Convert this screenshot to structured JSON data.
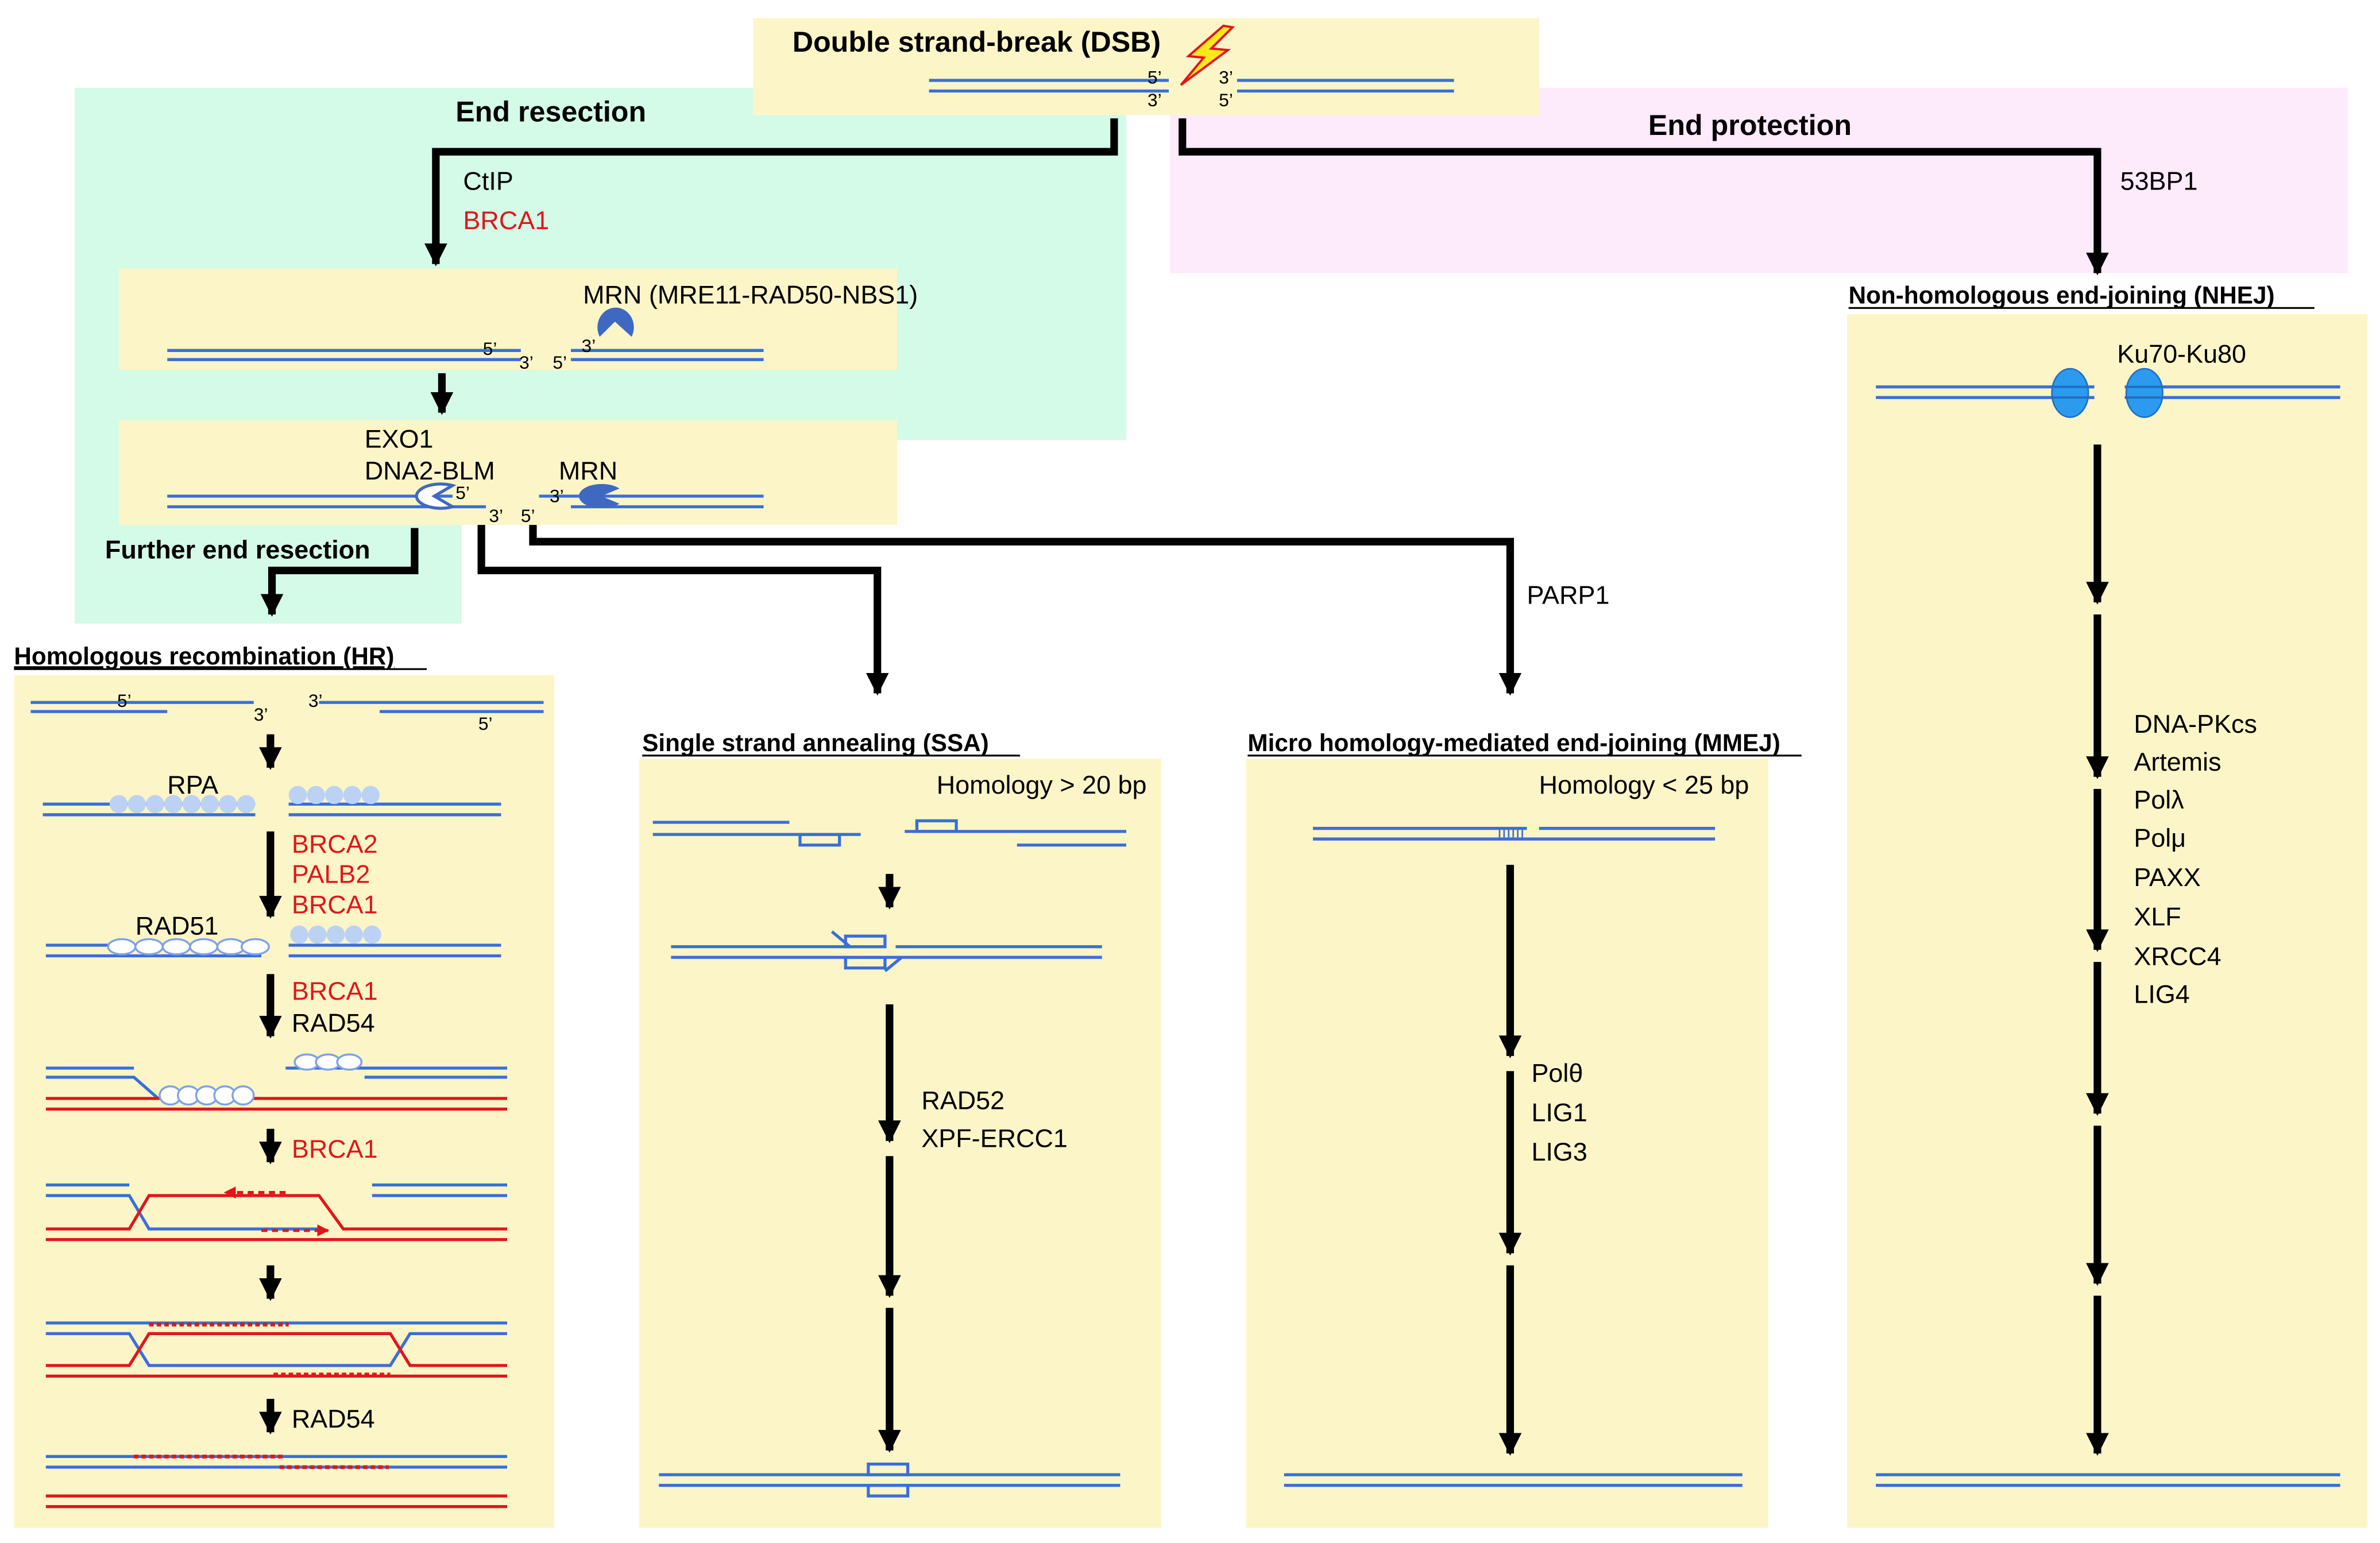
{
  "dsb": {
    "title": "Double strand-break (DSB)",
    "end_5": "5’",
    "end_3": "3’"
  },
  "end_resection": {
    "title": "End resection",
    "factor_1": "CtIP",
    "factor_2": "BRCA1",
    "mrn_label": "MRN (MRE11-RAD50-NBS1)",
    "exo_1": "EXO1",
    "exo_2": "DNA2-BLM",
    "mrn_short": "MRN",
    "further": "Further end resection",
    "p5": "5’",
    "p3": "3’"
  },
  "end_protection": {
    "title": "End protection",
    "factor": "53BP1"
  },
  "nhej": {
    "title": "Non-homologous end-joining (NHEJ)",
    "ku": "Ku70-Ku80",
    "factors": [
      "DNA-PKcs",
      "Artemis",
      "Polλ",
      "Polμ",
      "PAXX",
      "XLF",
      "XRCC4",
      "LIG4"
    ]
  },
  "hr": {
    "title": "Homologous recombination (HR)",
    "rpa": "RPA",
    "step1": [
      "BRCA2",
      "PALB2",
      "BRCA1"
    ],
    "rad51": "RAD51",
    "step2_brca1": "BRCA1",
    "step2_rad54": "RAD54",
    "step3": "BRCA1",
    "step5": "RAD54",
    "p5": "5’",
    "p3": "3’"
  },
  "ssa": {
    "title": "Single strand annealing (SSA)",
    "homology": "Homology > 20 bp",
    "factors": [
      "RAD52",
      "XPF-ERCC1"
    ]
  },
  "mmej": {
    "title": "Micro homology-mediated end-joining (MMEJ)",
    "homology": "Homology < 25 bp",
    "parp": "PARP1",
    "factors": [
      "Polθ",
      "LIG1",
      "LIG3"
    ]
  },
  "colors": {
    "yellow": "#FCF5C7",
    "green": "#D4FAE8",
    "pink": "#FDEAFB",
    "blue": "#3A6FD8",
    "red": "#E0161B",
    "light_blue": "#BBD2F4",
    "ku_blue": "#2C9BEF",
    "mrn_blue": "#3F68C0"
  }
}
